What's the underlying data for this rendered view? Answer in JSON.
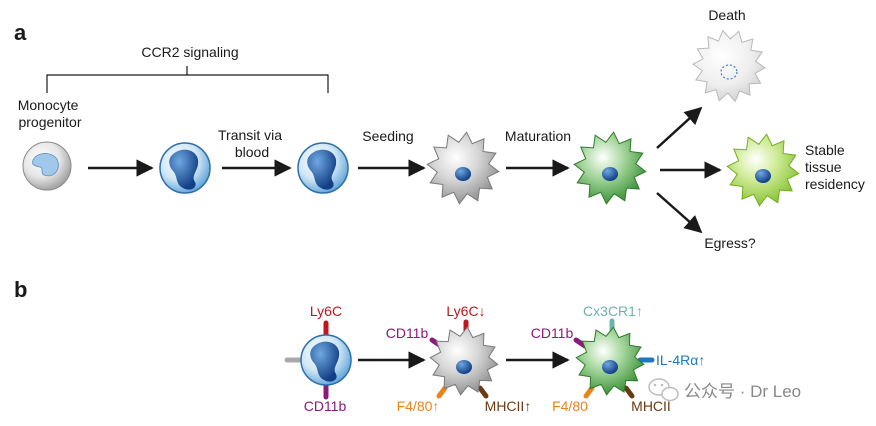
{
  "panel_a": {
    "letter": "a",
    "bracket_label": "CCR2 signaling",
    "monocyte_progenitor": [
      "Monocyte",
      "progenitor"
    ],
    "transit_label": [
      "Transit via",
      "blood"
    ],
    "seeding_label": "Seeding",
    "maturation_label": "Maturation",
    "death_label": "Death",
    "stable_label": [
      "Stable",
      "tissue",
      "residency"
    ],
    "egress_label": "Egress?"
  },
  "panel_b": {
    "letter": "b",
    "monocyte": {
      "ly6c": "Ly6C",
      "cd11b": "CD11b"
    },
    "intermediate": {
      "ly6c": "Ly6C↓",
      "cd11b": "CD11b",
      "f480": "F4/80↑",
      "mhcii": "MHCII↑"
    },
    "mature": {
      "cx3cr1": "Cx3CR1↑",
      "cd11b": "CD11b",
      "il4ra": "IL-4Rα↑",
      "f480": "F4/80",
      "mhcii": "MHCII"
    }
  },
  "watermark": {
    "text": "公众号 · Dr Leo"
  },
  "colors": {
    "ly6c": "#c0161d",
    "cd11b": "#8b1a7c",
    "f480": "#e9841a",
    "mhcii": "#6a3a12",
    "cx3cr1": "#6fb3ad",
    "il4ra": "#1c78c0",
    "monocyte_blue": "#1f5ea8",
    "green_cell": "#3f9b3c",
    "lime_cell": "#8dc63f",
    "grey_cell": "#a9a9a9"
  },
  "icons": [
    "monocyte-progenitor-icon",
    "monocyte-icon",
    "grey-macrophage-icon",
    "green-macrophage-icon",
    "dying-cell-icon",
    "wechat-icon"
  ]
}
